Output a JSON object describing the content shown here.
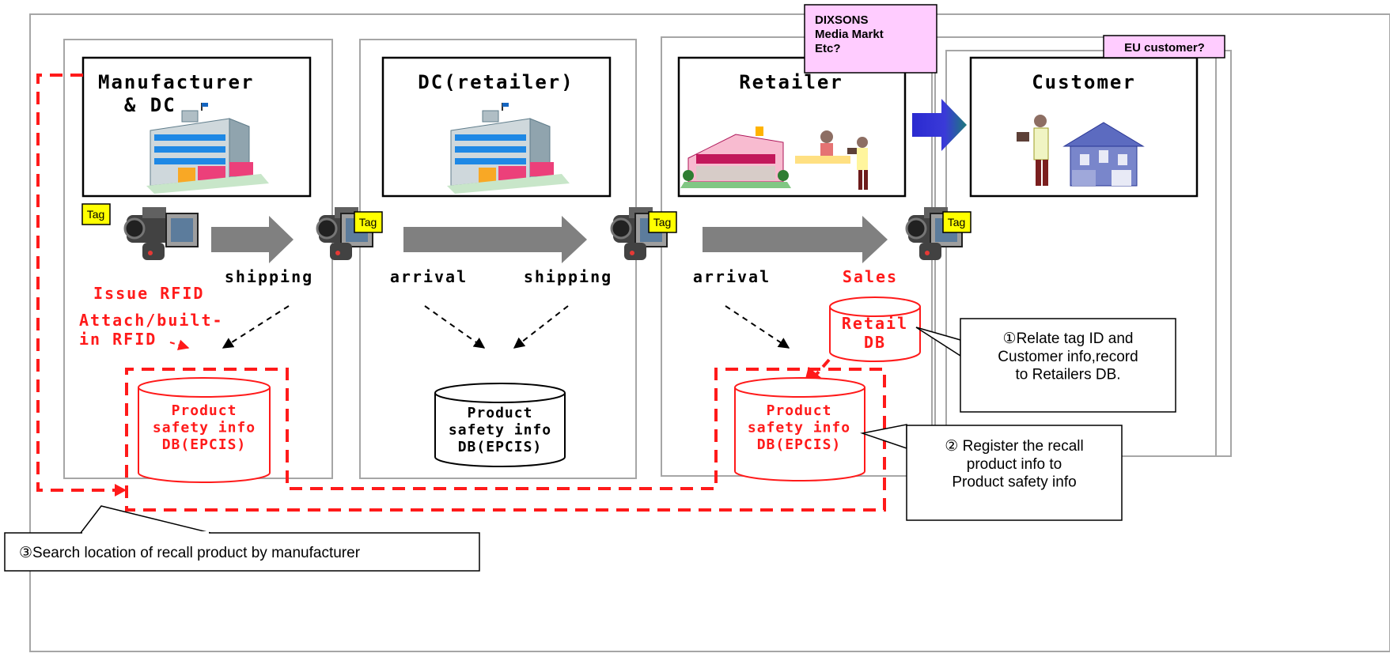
{
  "stages": {
    "manufacturer": "Manufacturer\n  & DC",
    "dc": "DC(retailer)",
    "retailer": "Retailer",
    "customer": "Customer"
  },
  "tag_label": "Tag",
  "events": {
    "issue_rfid": "Issue RFID",
    "attach": "Attach/built-\nin RFID",
    "shipping_1": "shipping",
    "arrival_1": "arrival",
    "shipping_2": "shipping",
    "arrival_2": "arrival",
    "sales": "Sales"
  },
  "databases": {
    "product_db": "Product\nsafety info\nDB(EPCIS)",
    "retail_db": "Retail\nDB"
  },
  "notes": {
    "dixsons": "DIXSONS\nMedia Markt\nEtc?",
    "eu_customer": "EU customer?"
  },
  "callouts": {
    "c1": "①Relate tag ID and\nCustomer info,record\nto Retailers DB.",
    "c2": "② Register the recall\nproduct info to\nProduct safety info",
    "c3": "③Search location of recall product by manufacturer"
  },
  "colors": {
    "red": "#ff1a1a",
    "frame_gray": "#a6a6a6",
    "arrow_gray": "#808080",
    "tag_yellow": "#ffff00",
    "note_pink": "#ffccff",
    "blue_arrow": "#3333cc"
  }
}
